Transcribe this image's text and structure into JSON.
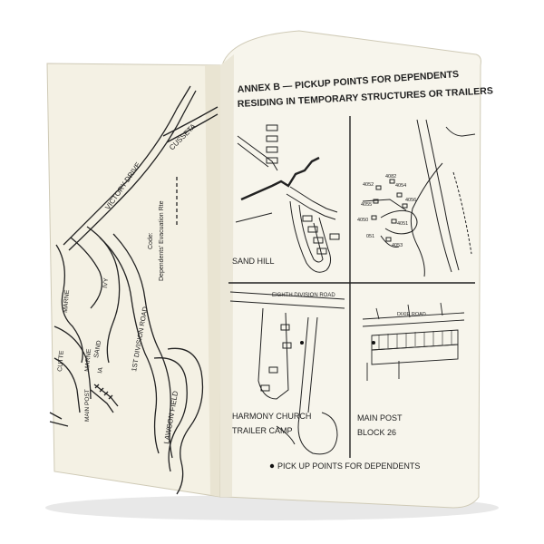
{
  "left_page": {
    "roads": {
      "victory_drive": "VICTORY DRIVE",
      "cusseta": "CUSSETA",
      "first_division_road": "1ST DIVISION ROAD",
      "marne_upper": "MARNE",
      "marne_lower": "MARNE",
      "ivy": "IVY",
      "cutter": "CUTTE",
      "sand": "SAND",
      "ia": "IA",
      "main_post": "MAIN POST",
      "lawson_field": "LAWSON FIELD"
    },
    "legend": {
      "code_label": "Code:",
      "route_label": "Dependents' Evacuation Rte"
    }
  },
  "right_page": {
    "title_line1": "ANNEX B — PICKUP POINTS FOR DEPENDENTS",
    "title_line2": "RESIDING IN TEMPORARY STRUCTURES OR TRAILERS",
    "panels": {
      "sand_hill": "SAND HILL",
      "harmony_church_line1": "HARMONY CHURCH",
      "harmony_church_line2": "TRAILER CAMP",
      "main_post_line1": "MAIN POST",
      "main_post_line2": "BLOCK 26"
    },
    "map_labels": {
      "eighth_division_road": "EIGHTH DIVISION ROAD",
      "dixie_road": "DIXIE ROAD",
      "bldg_4082": "4082",
      "bldg_4052": "4052",
      "bldg_4054": "4054",
      "bldg_4055": "4055",
      "bldg_4056": "4056",
      "bldg_4050": "4050",
      "bldg_4051": "4051",
      "bldg_4053": "4053",
      "bldg_4051b": "051"
    },
    "footer_legend": "PICK UP POINTS FOR DEPENDENTS"
  }
}
